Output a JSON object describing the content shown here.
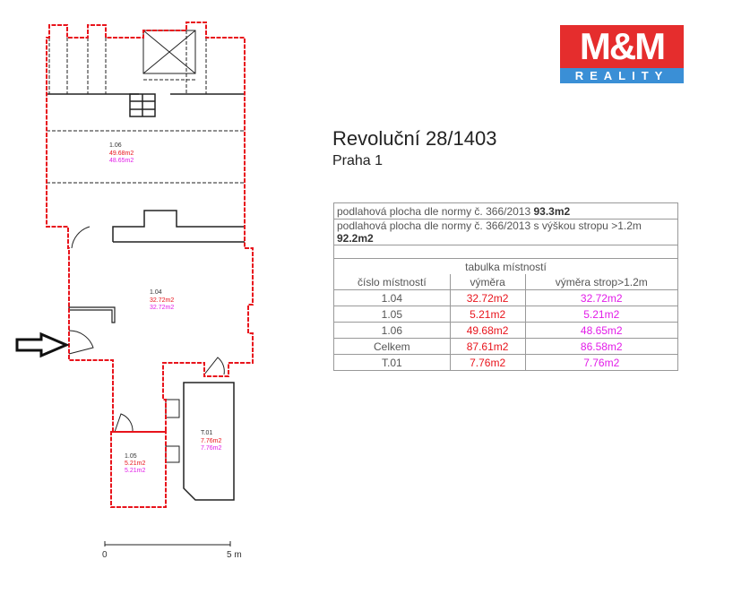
{
  "logo": {
    "brand": "M&M",
    "sub": "REALITY"
  },
  "header": {
    "title": "Revoluční 28/1403",
    "subtitle": "Praha 1"
  },
  "summary": [
    {
      "text": "podlahová plocha dle normy č. 366/2013",
      "value": "93.3m2"
    },
    {
      "text": "podlahová plocha dle normy č. 366/2013 s výškou stropu >1.2m",
      "value": "92.2m2"
    }
  ],
  "table": {
    "title": "tabulka místností",
    "headers": [
      "číslo místností",
      "výměra",
      "výměra strop>1.2m"
    ],
    "rows": [
      [
        "1.04",
        "32.72m2",
        "32.72m2"
      ],
      [
        "1.05",
        "5.21m2",
        "5.21m2"
      ],
      [
        "1.06",
        "49.68m2",
        "48.65m2"
      ],
      [
        "Celkem",
        "87.61m2",
        "86.58m2"
      ],
      [
        "T.01",
        "7.76m2",
        "7.76m2"
      ]
    ]
  },
  "plan": {
    "rooms": [
      {
        "id": "1.06",
        "area": "49.68m2",
        "area_high": "48.65m2"
      },
      {
        "id": "1.04",
        "area": "32.72m2",
        "area_high": "32.72m2"
      },
      {
        "id": "1.05",
        "area": "5.21m2",
        "area_high": "5.21m2"
      },
      {
        "id": "T.01",
        "area": "7.76m2",
        "area_high": "7.76m2"
      }
    ],
    "scale": {
      "start": "0",
      "end": "5 m"
    }
  },
  "colors": {
    "outline": "#e8141c",
    "area": "#e8141c",
    "area_high": "#e21ce8"
  }
}
